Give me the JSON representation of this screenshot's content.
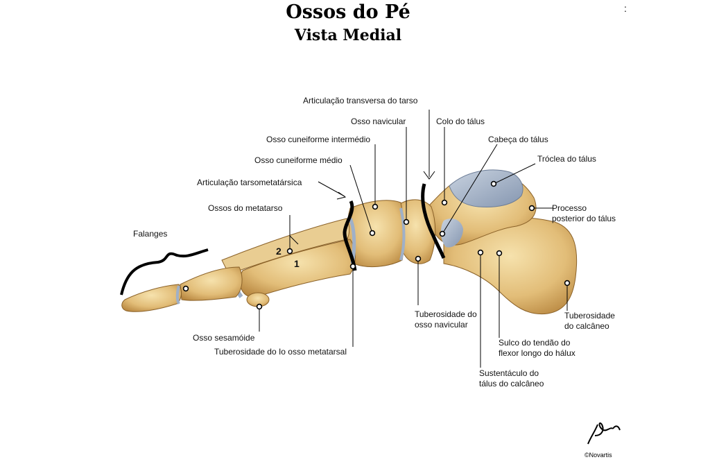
{
  "title": "Ossos do Pé",
  "subtitle": "Vista Medial",
  "labels": {
    "articulacao_transversa": "Articulação transversa do tarso",
    "osso_navicular": "Osso navicular",
    "colo_talus": "Colo do tálus",
    "cuneiforme_intermedio": "Osso cuneiforme intermédio",
    "cabeca_talus": "Cabeça do tálus",
    "troclea_talus": "Tróclea do tálus",
    "cuneiforme_medio": "Osso cuneiforme médio",
    "articulacao_tarsometatarsica": "Articulação tarsometatársica",
    "processo_posterior_1": "Processo",
    "processo_posterior_2": "posterior do tálus",
    "ossos_metatarso": "Ossos do metatarso",
    "falanges": "Falanges",
    "num_2": "2",
    "num_1": "1",
    "tuberosidade_navicular_1": "Tuberosidade do",
    "tuberosidade_navicular_2": "osso navicular",
    "tuberosidade_calcaneo_1": "Tuberosidade",
    "tuberosidade_calcaneo_2": "do calcâneo",
    "osso_sesamoide": "Osso sesamóide",
    "sulco_tendao_1": "Sulco do tendão do",
    "sulco_tendao_2": "flexor longo do hálux",
    "tuberosidade_metatarsal": "Tuberosidade do Io osso metatarsal",
    "sustentaculo_1": "Sustentáculo do",
    "sustentaculo_2": "tálus do calcâneo"
  },
  "signature": "F. Netter",
  "copyright": "©Novartis",
  "stray_mark": ":",
  "colors": {
    "bone": "#e7c98a",
    "bone_shadow": "#b8873e",
    "cartilage": "#9fb0c8",
    "leader": "#000000"
  }
}
